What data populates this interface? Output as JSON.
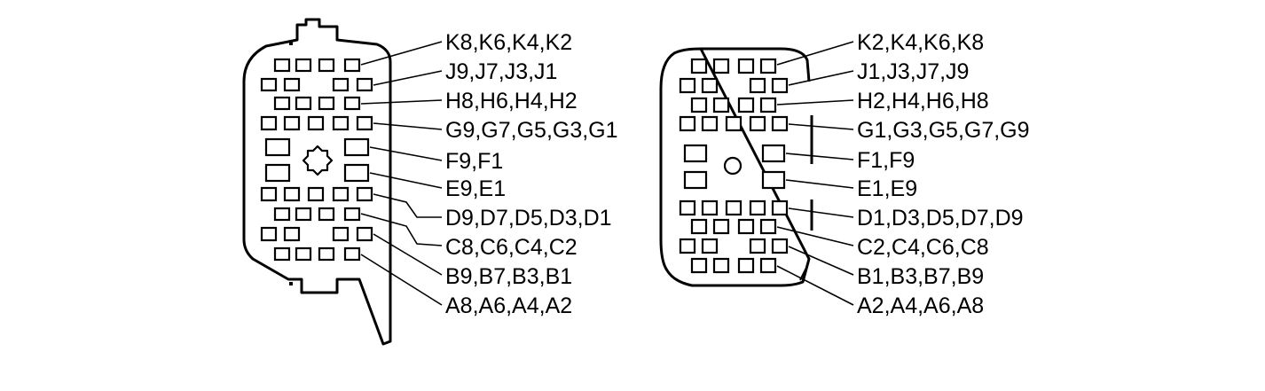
{
  "left_connector": {
    "labels": [
      "K8,K6,K4,K2",
      "J9,J7,J3,J1",
      "H8,H6,H4,H2",
      "G9,G7,G5,G3,G1",
      "F9,F1",
      "E9,E1",
      "D9,D7,D5,D3,D1",
      "C8,C6,C4,C2",
      "B9,B7,B3,B1",
      "A8,A6,A4,A2"
    ]
  },
  "right_connector": {
    "labels": [
      "K2,K4,K6,K8",
      "J1,J3,J7,J9",
      "H2,H4,H6,H8",
      "G1,G3,G5,G7,G9",
      "F1,F9",
      "E1,E9",
      "D1,D3,D5,D7,D9",
      "C2,C4,C6,C8",
      "B1,B3,B7,B9",
      "A2,A4,A6,A8"
    ]
  }
}
